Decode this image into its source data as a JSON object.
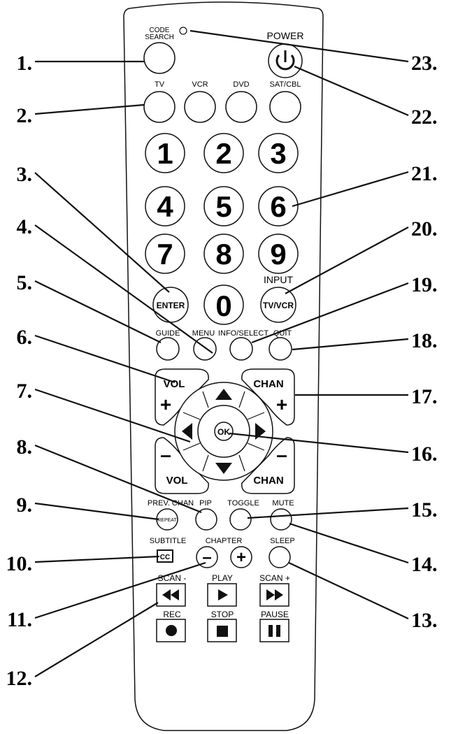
{
  "colors": {
    "ink": "#111111",
    "remote_fill": "#ffffff",
    "button_fill": "#ffffff"
  },
  "left_callouts": [
    "1.",
    "2.",
    "3.",
    "4.",
    "5.",
    "6.",
    "7.",
    "8.",
    "9.",
    "10.",
    "11.",
    "12."
  ],
  "right_callouts": [
    "23.",
    "22.",
    "21.",
    "20.",
    "19.",
    "18.",
    "17.",
    "16.",
    "15.",
    "14.",
    "13."
  ],
  "top": {
    "code_search_line1": "CODE",
    "code_search_line2": "SEARCH",
    "power_label": "POWER",
    "power_icon": "power-icon"
  },
  "device_labels": [
    "TV",
    "VCR",
    "DVD",
    "SAT/CBL"
  ],
  "digits": [
    "1",
    "2",
    "3",
    "4",
    "5",
    "6",
    "7",
    "8",
    "9",
    "0"
  ],
  "enter_label": "ENTER",
  "input_label": "INPUT",
  "tvvcr_label": "TV/VCR",
  "function_labels": [
    "GUIDE",
    "MENU",
    "INFO/SELECT",
    "QUIT"
  ],
  "nav": {
    "vol_label": "VOL",
    "chan_label": "CHAN",
    "plus": "+",
    "minus": "–",
    "ok_label": "OK"
  },
  "row_pip": {
    "prev_chan": "PREV. CHAN",
    "repeat": "REPEAT",
    "pip": "PIP",
    "toggle": "TOGGLE",
    "mute": "MUTE"
  },
  "row_subtitle": {
    "subtitle": "SUBTITLE",
    "cc": "CC",
    "chapter": "CHAPTER",
    "minus": "–",
    "plus": "+",
    "sleep": "SLEEP"
  },
  "transport": {
    "scan_minus": "SCAN -",
    "play": "PLAY",
    "scan_plus": "SCAN +",
    "rec": "REC",
    "stop": "STOP",
    "pause": "PAUSE"
  }
}
